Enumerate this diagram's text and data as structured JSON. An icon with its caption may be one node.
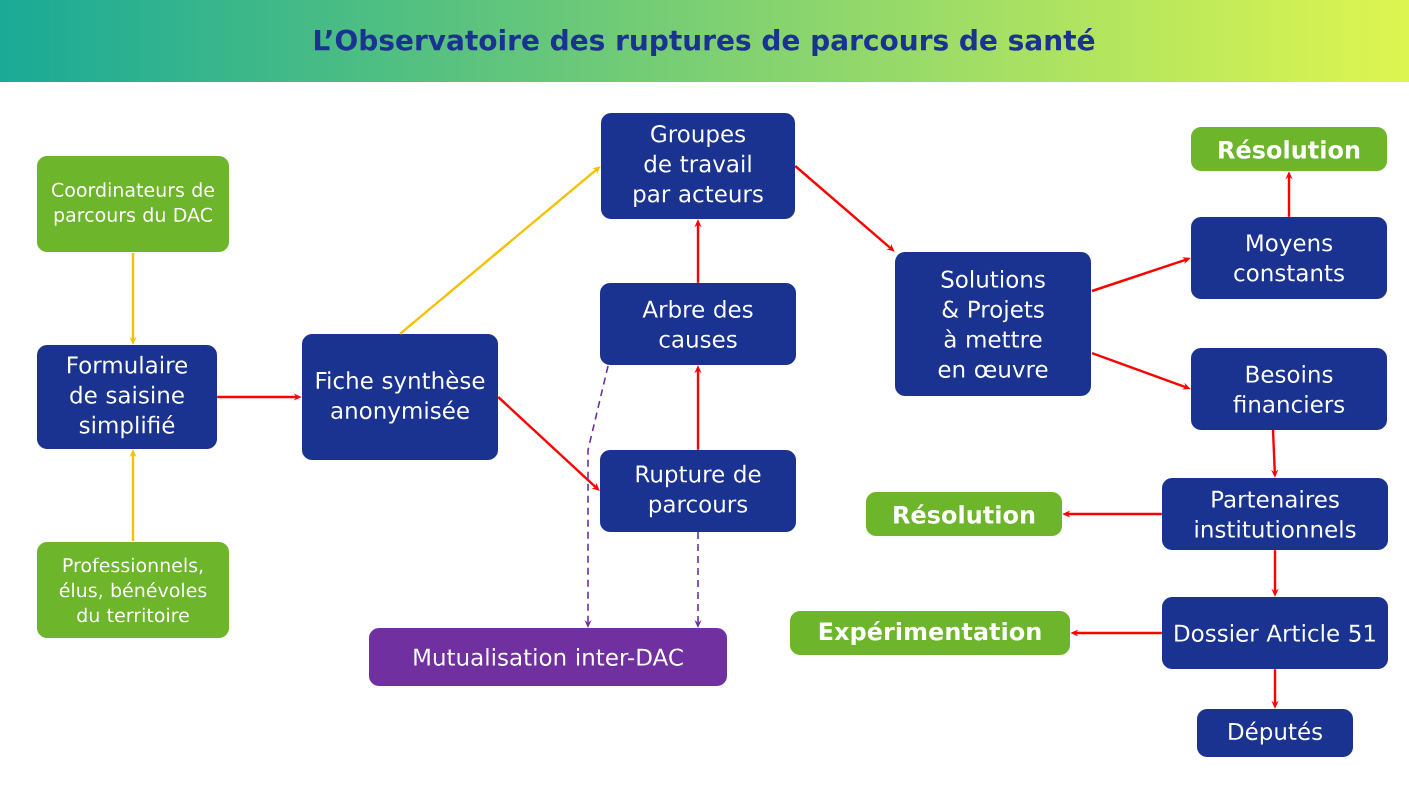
{
  "diagram": {
    "title": "L’Observatoire des ruptures de parcours de santé",
    "nodes": [
      {
        "text": [
          "Coordinateurs de parcours du DAC"
        ]
      },
      {
        "text": [
          "Formulaire de saisine simplifié"
        ]
      },
      {
        "text": [
          "Professionnels, élus, bénévoles du territoire"
        ]
      },
      {
        "text": [
          "Fiche synthèse anonymisée"
        ]
      },
      {
        "text": [
          "Groupes de travail par acteurs"
        ]
      },
      {
        "text": [
          "Arbre des causes"
        ]
      },
      {
        "text": [
          "Rupture de parcours"
        ]
      },
      {
        "text": [
          "Mutualisation inter-DAC"
        ]
      },
      {
        "text": [
          "Solutions & Projets à mettre en œuvre"
        ]
      },
      {
        "text": [
          "Résolution"
        ]
      },
      {
        "text": [
          "Moyens constants"
        ]
      },
      {
        "text": [
          "Besoins financiers"
        ]
      },
      {
        "text": [
          "Partenaires institutionnels"
        ]
      },
      {
        "text": [
          "Résolution"
        ]
      },
      {
        "text": [
          "Dossier Article 51"
        ]
      },
      {
        "text": [
          "Expérimentation"
        ]
      },
      {
        "text": [
          "Députés"
        ]
      }
    ],
    "edges": [
      {
        "from": 0,
        "to": 1,
        "arrow": "to",
        "color": "#f5c000"
      },
      {
        "from": 2,
        "to": 1,
        "arrow": "to",
        "color": "#f5c000"
      },
      {
        "from": 1,
        "to": 3,
        "arrow": "to"
      },
      {
        "from": 3,
        "to": 4,
        "arrow": "to",
        "color": "#f5c000"
      },
      {
        "from": 3,
        "to": 6,
        "arrow": "to"
      },
      {
        "from": 6,
        "to": 5,
        "arrow": "to"
      },
      {
        "from": 5,
        "to": 4,
        "arrow": "to"
      },
      {
        "from": 4,
        "to": 8,
        "arrow": "to"
      },
      {
        "from": 5,
        "to": 7,
        "arrow": "to",
        "style": "dashed",
        "color": "#7030a0"
      },
      {
        "from": 6,
        "to": 7,
        "arrow": "to",
        "style": "dashed",
        "color": "#7030a0"
      },
      {
        "from": 8,
        "to": 10,
        "arrow": "to"
      },
      {
        "from": 8,
        "to": 11,
        "arrow": "to"
      },
      {
        "from": 10,
        "to": 9,
        "arrow": "to"
      },
      {
        "from": 11,
        "to": 12,
        "arrow": "to"
      },
      {
        "from": 12,
        "to": 13,
        "arrow": "to"
      },
      {
        "from": 12,
        "to": 14,
        "arrow": "to"
      },
      {
        "from": 14,
        "to": 15,
        "arrow": "to"
      },
      {
        "from": 14,
        "to": 16,
        "arrow": "to"
      }
    ]
  }
}
